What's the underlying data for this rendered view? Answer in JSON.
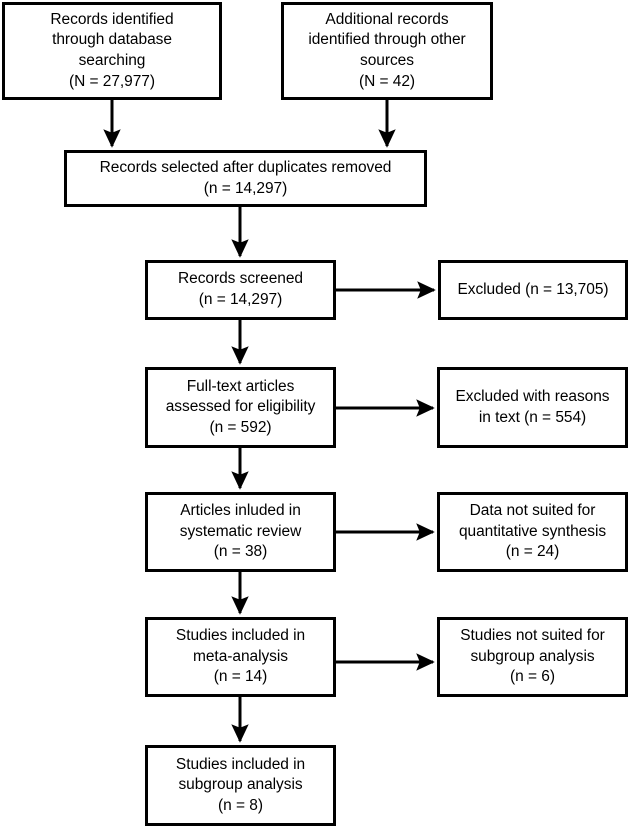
{
  "diagram": {
    "type": "prisma-flow-diagram",
    "title": "",
    "colors": {
      "box_border": "#000000",
      "box_fill": "#ffffff",
      "text": "#000000",
      "connector": "#000000",
      "background": "#ffffff"
    },
    "nodes": {
      "identification_database": {
        "lines": [
          "Records identified",
          "through database",
          "searching",
          "(N = 27,977)"
        ],
        "count_label": "(N = 27,977)",
        "count": 27977
      },
      "identification_other": {
        "lines": [
          "Additional records",
          "identified through other",
          "sources",
          "(N = 42)"
        ],
        "count_label": "(N = 42)",
        "count": 42
      },
      "duplicates_removed": {
        "lines": [
          "Records selected after duplicates removed",
          "(n = 14,297)"
        ],
        "count_label": "(n = 14,297)",
        "count": 14297
      },
      "records_screened": {
        "lines": [
          "Records screened",
          "(n = 14,297)"
        ],
        "count_label": "(n = 14,297)",
        "count": 14297
      },
      "excluded_screened": {
        "lines": [
          "Excluded (n = 13,705)"
        ],
        "count_label": "(n = 13,705)",
        "count": 13705
      },
      "fulltext_assessed": {
        "lines": [
          "Full-text articles",
          "assessed for eligibility",
          "(n = 592)"
        ],
        "count_label": "(n = 592)",
        "count": 592
      },
      "excluded_fulltext": {
        "lines": [
          "Excluded with reasons",
          "in text (n = 554)"
        ],
        "count_label": "(n = 554)",
        "count": 554
      },
      "systematic_review": {
        "lines": [
          "Articles inluded in",
          "systematic review",
          "(n = 38)"
        ],
        "count_label": "(n = 38)",
        "count": 38
      },
      "excluded_quantitative": {
        "lines": [
          "Data not suited for",
          "quantitative synthesis",
          "(n = 24)"
        ],
        "count_label": "(n = 24)",
        "count": 24
      },
      "meta_analysis": {
        "lines": [
          "Studies included in",
          "meta-analysis",
          "(n = 14)"
        ],
        "count_label": "(n = 14)",
        "count": 14
      },
      "excluded_subgroup": {
        "lines": [
          "Studies not suited for",
          "subgroup analysis",
          "(n = 6)"
        ],
        "count_label": "(n = 6)",
        "count": 6
      },
      "subgroup_analysis": {
        "lines": [
          "Studies included in",
          "subgroup analysis",
          "(n = 8)"
        ],
        "count_label": "(n = 8)",
        "count": 8
      }
    },
    "connectors": [
      {
        "name": "arrow-database-to-duplicates",
        "direction": "down"
      },
      {
        "name": "arrow-other-to-duplicates",
        "direction": "down"
      },
      {
        "name": "arrow-duplicates-to-screened",
        "direction": "down"
      },
      {
        "name": "arrow-screened-to-excluded",
        "direction": "right"
      },
      {
        "name": "arrow-screened-to-fulltext",
        "direction": "down"
      },
      {
        "name": "arrow-fulltext-to-excluded-reasons",
        "direction": "right"
      },
      {
        "name": "arrow-fulltext-to-systematic",
        "direction": "down"
      },
      {
        "name": "arrow-systematic-to-excluded-quantitative",
        "direction": "right"
      },
      {
        "name": "arrow-systematic-to-meta",
        "direction": "down"
      },
      {
        "name": "arrow-meta-to-excluded-subgroup",
        "direction": "right"
      },
      {
        "name": "arrow-meta-to-subgroup",
        "direction": "down"
      }
    ]
  }
}
